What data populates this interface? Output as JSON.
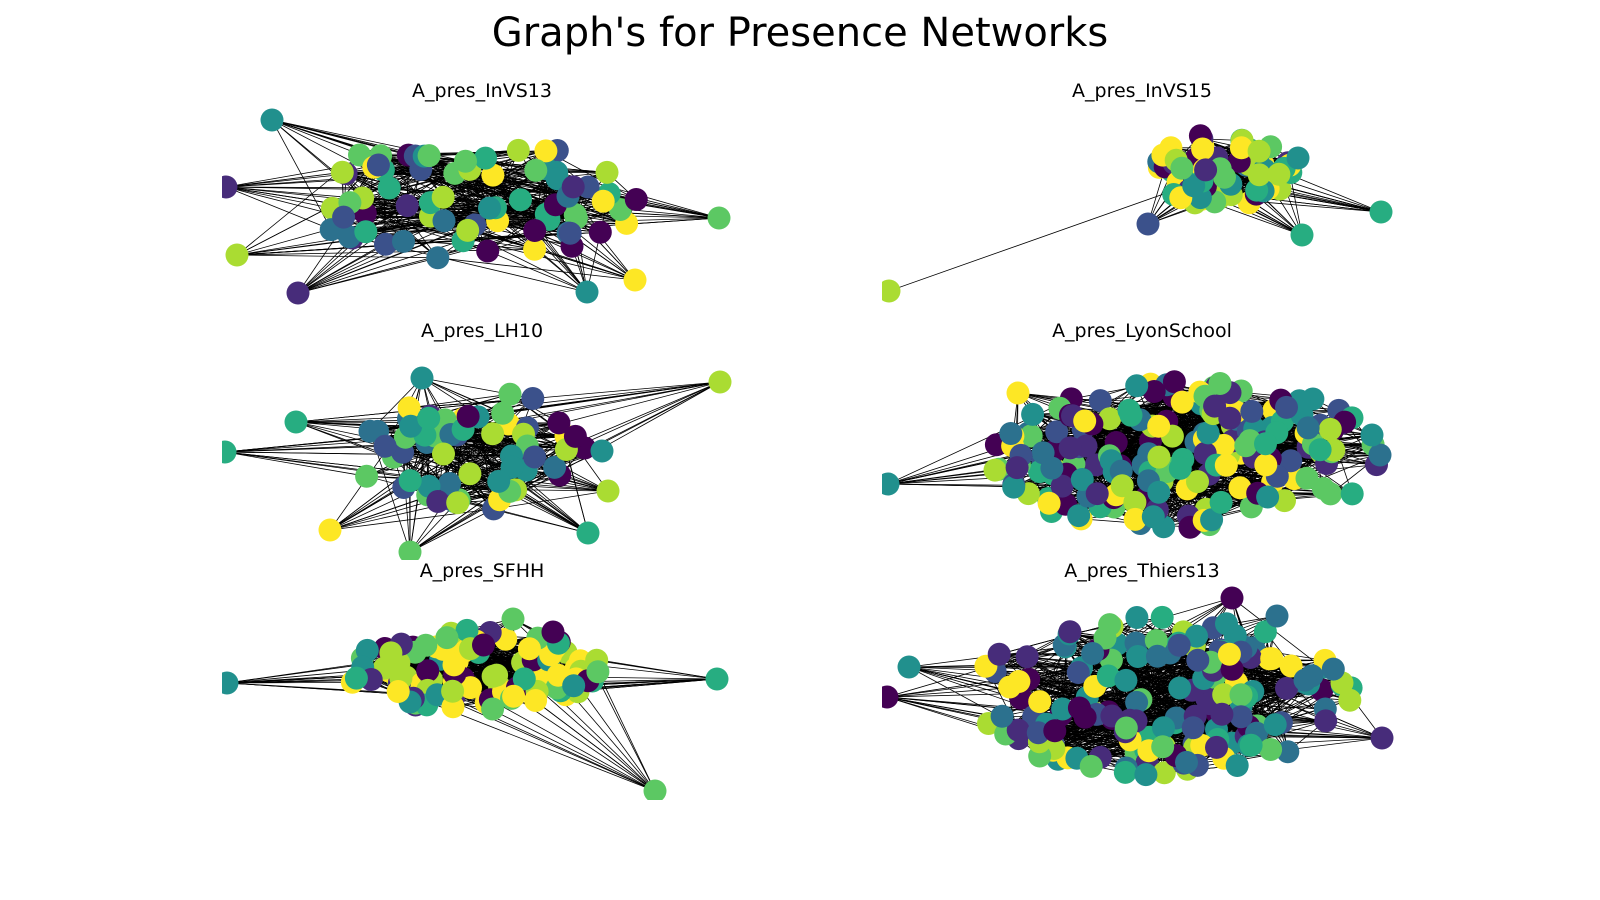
{
  "title": "Graph's for Presence Networks",
  "colormap": [
    "#440154",
    "#472c7a",
    "#3b518b",
    "#2c718e",
    "#21908d",
    "#27ad81",
    "#5cc863",
    "#aadc32",
    "#fde725"
  ],
  "edge_color": "#000000",
  "panels": [
    {
      "key": "invs13",
      "title": "A_pres_InVS13"
    },
    {
      "key": "invs15",
      "title": "A_pres_InVS15"
    },
    {
      "key": "lh10",
      "title": "A_pres_LH10"
    },
    {
      "key": "lyon",
      "title": "A_pres_LyonSchool"
    },
    {
      "key": "sfhh",
      "title": "A_pres_SFHH"
    },
    {
      "key": "thiers",
      "title": "A_pres_Thiers13"
    }
  ]
}
